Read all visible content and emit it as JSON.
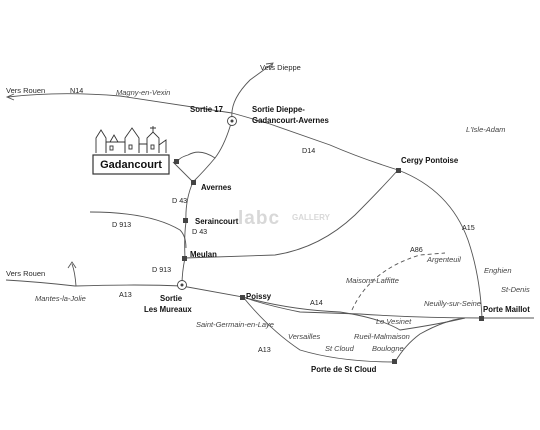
{
  "logo": {
    "label": "Gadancourt"
  },
  "watermark": {
    "text": "labc",
    "suffix": "GALLERY"
  },
  "roads": {
    "n14": "N14",
    "d14": "D14",
    "d43a": "D 43",
    "d43b": "D 43",
    "d913a": "D 913",
    "d913b": "D 913",
    "a13a": "A13",
    "a13b": "A13",
    "a14": "A14",
    "a15": "A15",
    "a86": "A86"
  },
  "directions": {
    "vers_rouen_top": "Vers Rouen",
    "vers_dieppe": "Vers Dieppe",
    "vers_rouen_bottom": "Vers Rouen"
  },
  "exits": {
    "sortie17": "Sortie 17",
    "sortie_dieppe_1": "Sortie Dieppe-",
    "sortie_dieppe_2": "Gadancourt-Avernes",
    "sortie_mureaux_1": "Sortie",
    "sortie_mureaux_2": "Les Mureaux"
  },
  "places_bold": {
    "avernes": "Avernes",
    "seraincourt": "Seraincourt",
    "meulan": "Meulan",
    "cergy": "Cergy Pontoise",
    "poissy": "Poissy",
    "porte_maillot": "Porte Maillot",
    "porte_st_cloud": "Porte de St Cloud"
  },
  "places_italic": {
    "magny": "Magny-en-Vexin",
    "isle_adam": "L'Isle-Adam",
    "mantes": "Mantes-la-Jolie",
    "saint_germain": "Saint-Germain-en-Laye",
    "maisons_laffitte": "Maisons-Laffitte",
    "argenteuil": "Argenteuil",
    "neuilly": "Neuilly-sur-Seine",
    "le_vesinet": "Le Vesinet",
    "rueil": "Rueil-Malmaison",
    "versailles": "Versailles",
    "st_cloud": "St Cloud",
    "boulogne": "Boulogne",
    "enghien": "Enghien",
    "st_denis": "St-Denis"
  }
}
